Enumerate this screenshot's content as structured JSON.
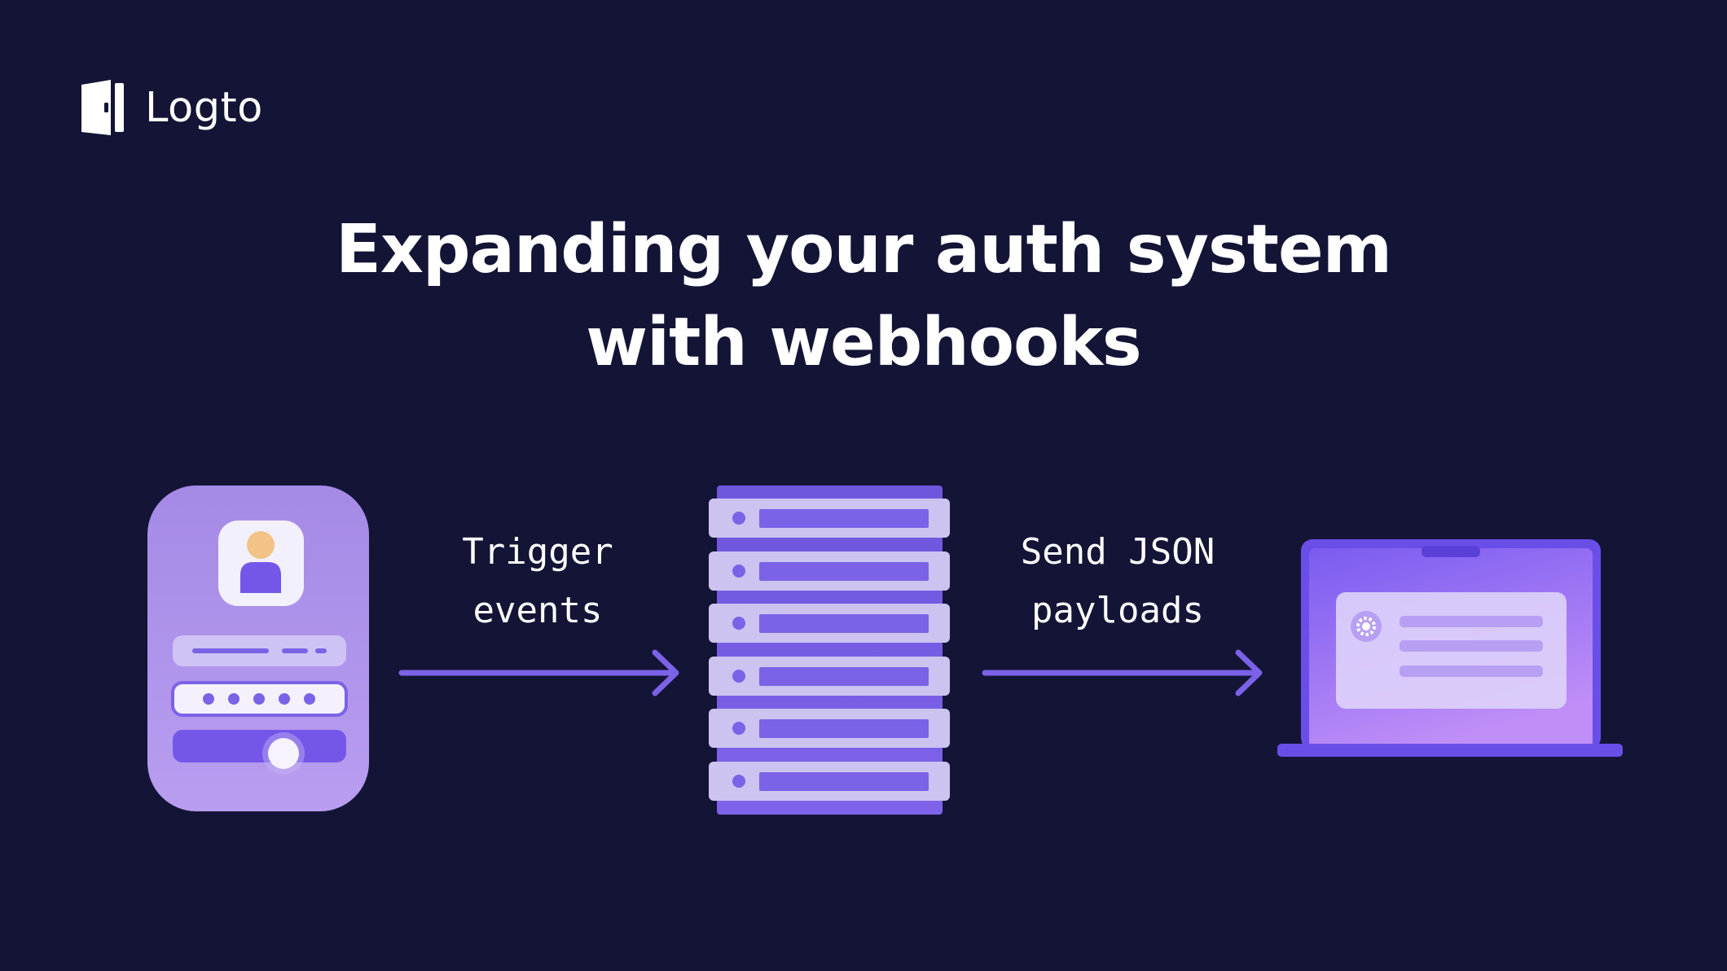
{
  "logo": {
    "text": "Logto",
    "icon": "door-icon"
  },
  "headline": {
    "line1": "Expanding your auth system",
    "line2": "with webhooks"
  },
  "steps": [
    {
      "line1": "Trigger",
      "line2": "events"
    },
    {
      "line1": "Send JSON",
      "line2": "payloads"
    }
  ],
  "colors": {
    "background": "#141437",
    "accent": "#7b62e6",
    "card": "#a98ce8",
    "light": "#d6ccf5",
    "text": "#ffffff"
  },
  "icons": [
    "login-form-icon",
    "arrow-right-icon",
    "server-rack-icon",
    "laptop-icon",
    "gear-icon"
  ]
}
